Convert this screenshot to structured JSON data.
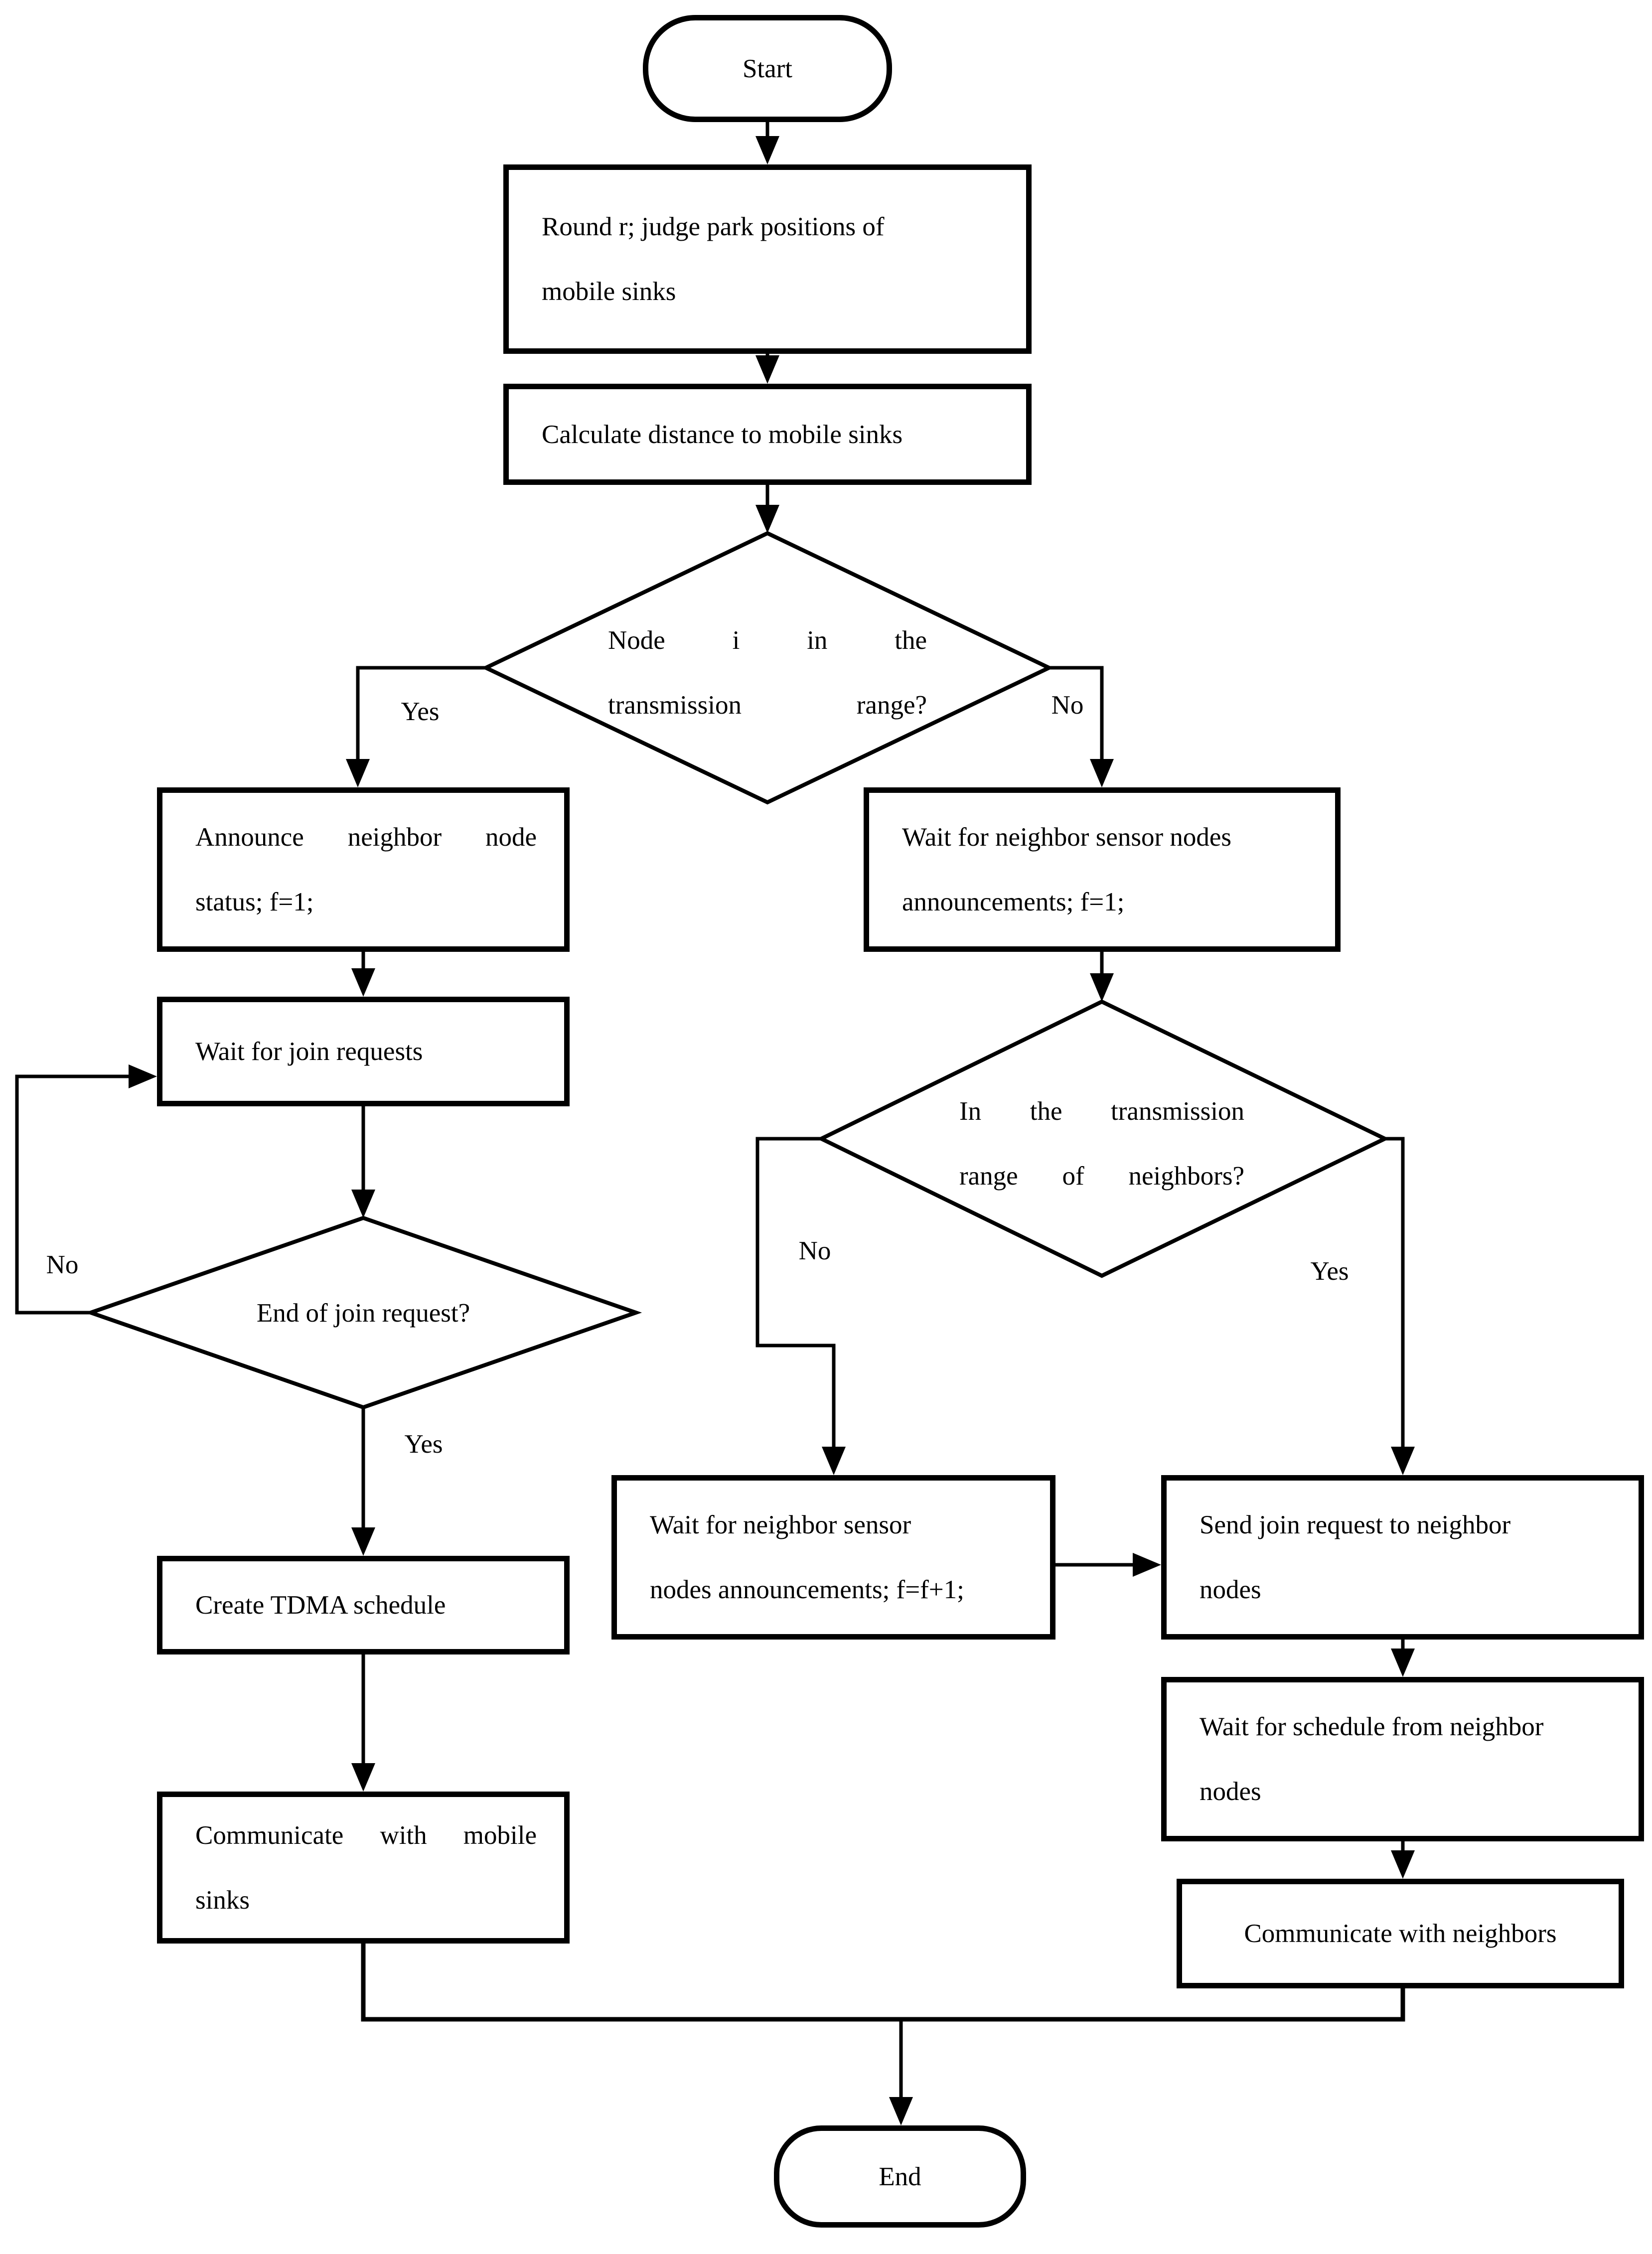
{
  "flowchart": {
    "colors": {
      "ink": "#000000",
      "background": "#ffffff"
    },
    "nodes": {
      "start": {
        "type": "terminator",
        "text": "Start"
      },
      "round_judge": {
        "type": "process",
        "lines": [
          "Round r; judge park positions of",
          "mobile sinks"
        ]
      },
      "calc_distance": {
        "type": "process",
        "lines": [
          "Calculate distance to mobile sinks"
        ]
      },
      "node_in_range": {
        "type": "decision",
        "lines": [
          "Node i in the",
          "transmission range?"
        ]
      },
      "announce_status": {
        "type": "process",
        "lines": [
          "Announce neighbor node",
          "status; f=1;"
        ]
      },
      "wait_join": {
        "type": "process",
        "lines": [
          "Wait for join requests"
        ]
      },
      "end_of_join": {
        "type": "decision",
        "lines": [
          "End of join request?"
        ]
      },
      "create_tdma": {
        "type": "process",
        "lines": [
          "Create TDMA schedule"
        ]
      },
      "comm_sinks": {
        "type": "process",
        "lines": [
          "Communicate with mobile",
          "sinks"
        ]
      },
      "wait_ann_f1": {
        "type": "process",
        "lines": [
          "Wait for neighbor sensor nodes",
          "announcements; f=1;"
        ]
      },
      "in_range_neighbors": {
        "type": "decision",
        "lines": [
          "In the transmission",
          "range of neighbors?"
        ]
      },
      "wait_ann_ff1": {
        "type": "process",
        "lines": [
          "Wait for neighbor sensor",
          "nodes announcements; f=f+1;"
        ]
      },
      "send_join": {
        "type": "process",
        "lines": [
          "Send join request to neighbor",
          "nodes"
        ]
      },
      "wait_schedule": {
        "type": "process",
        "lines": [
          "Wait for schedule from neighbor",
          "nodes"
        ]
      },
      "comm_neighbors": {
        "type": "process",
        "lines": [
          "Communicate with neighbors"
        ]
      },
      "end": {
        "type": "terminator",
        "text": "End"
      }
    },
    "edge_labels": {
      "node_in_range_yes": "Yes",
      "node_in_range_no": "No",
      "end_of_join_no": "No",
      "end_of_join_yes": "Yes",
      "in_range_no": "No",
      "in_range_yes": "Yes"
    }
  }
}
